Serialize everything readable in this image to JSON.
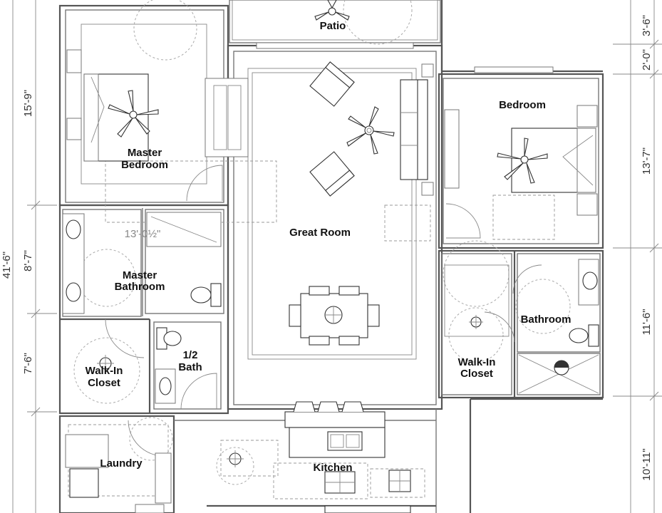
{
  "rooms": {
    "patio": "Patio",
    "master_bedroom_line1": "Master",
    "master_bedroom_line2": "Bedroom",
    "great_room": "Great Room",
    "bedroom": "Bedroom",
    "master_bath_line1": "Master",
    "master_bath_line2": "Bathroom",
    "bathroom": "Bathroom",
    "half_bath_line1": "1/2",
    "half_bath_line2": "Bath",
    "walkin_left_line1": "Walk-In",
    "walkin_left_line2": "Closet",
    "walkin_right_line1": "Walk-In",
    "walkin_right_line2": "Closet",
    "laundry": "Laundry",
    "kitchen": "Kitchen"
  },
  "dimensions": {
    "left_total": "41'-6\"",
    "left_master_bedroom": "15'-9\"",
    "left_master_bath": "8'-7\"",
    "left_closet": "7'-6\"",
    "right_patio": "3'-6\"",
    "right_gap": "2'-0\"",
    "right_bedroom": "13'-7\"",
    "right_bath": "11'-6\"",
    "right_kitchen": "10'-11\"",
    "interior_faint": "13'-0½\""
  }
}
